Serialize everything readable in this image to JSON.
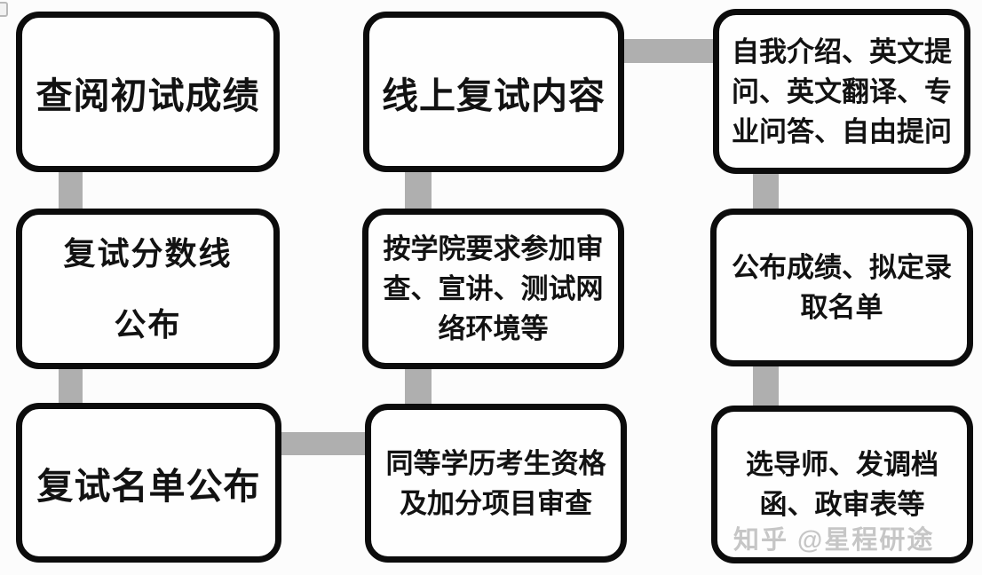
{
  "colors": {
    "background": "#fcfcfc",
    "node_border": "#0c0c0c",
    "node_fill": "#fefefe",
    "connector": "#afafaf",
    "watermark": "#c6c6c6"
  },
  "nodes": [
    {
      "id": "view-initial-scores",
      "text": "查阅初试成绩"
    },
    {
      "id": "score-line-announced",
      "text": "复试分数线\n公布"
    },
    {
      "id": "shortlist-announced",
      "text": "复试名单公布"
    },
    {
      "id": "online-interview-content",
      "text": "线上复试内容"
    },
    {
      "id": "college-requirement-checks",
      "text": "按学院要求参加审\n查、宣讲、测试网\n络环境等"
    },
    {
      "id": "equivalent-qualification-review",
      "text": "同等学历考生资格\n及加分项目审查"
    },
    {
      "id": "interview-items",
      "text": "自我介绍、英文提\n问、英文翻译、专\n业问答、自由提问"
    },
    {
      "id": "results-and-admission-list",
      "text": "公布成绩、拟定录\n取名单"
    },
    {
      "id": "supervisor-and-archives",
      "text": "选导师、发调档\n函、政审表等"
    }
  ],
  "edges": [
    {
      "from": "view-initial-scores",
      "to": "score-line-announced",
      "direction": "vertical"
    },
    {
      "from": "score-line-announced",
      "to": "shortlist-announced",
      "direction": "vertical"
    },
    {
      "from": "shortlist-announced",
      "to": "equivalent-qualification-review",
      "direction": "horizontal"
    },
    {
      "from": "online-interview-content",
      "to": "college-requirement-checks",
      "direction": "vertical"
    },
    {
      "from": "college-requirement-checks",
      "to": "equivalent-qualification-review",
      "direction": "vertical"
    },
    {
      "from": "online-interview-content",
      "to": "interview-items",
      "direction": "horizontal"
    },
    {
      "from": "interview-items",
      "to": "results-and-admission-list",
      "direction": "vertical"
    },
    {
      "from": "results-and-admission-list",
      "to": "supervisor-and-archives",
      "direction": "vertical"
    }
  ],
  "watermark": {
    "text": "知乎 @星程研途"
  }
}
